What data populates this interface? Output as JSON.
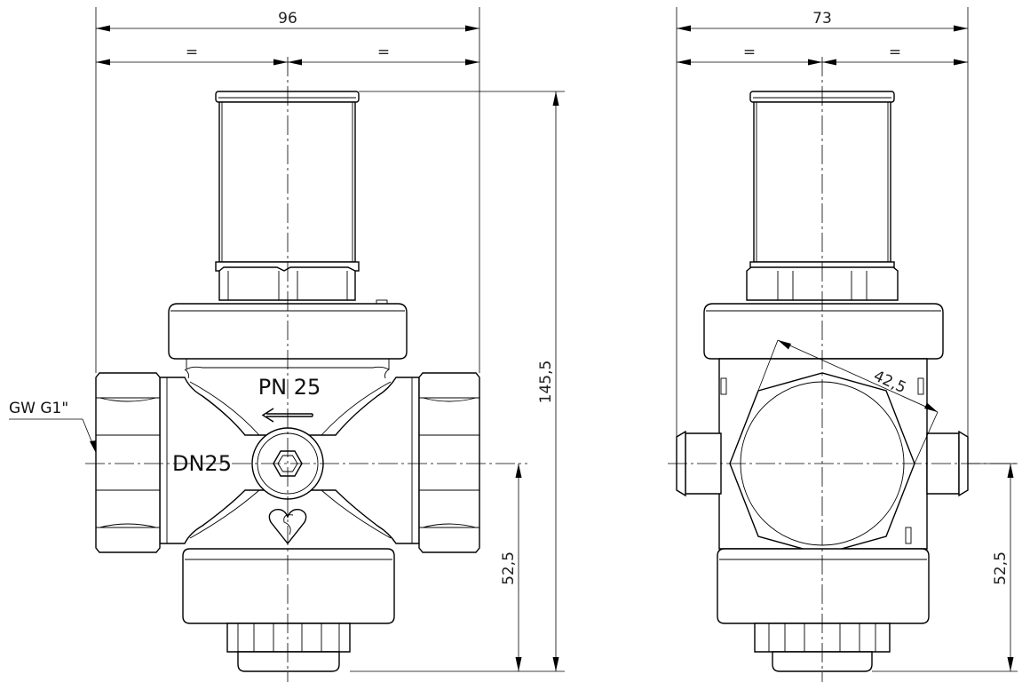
{
  "left_view": {
    "width_dim": "96",
    "half_left": "=",
    "half_right": "=",
    "height_dim": "145,5",
    "axis_dim": "52,5",
    "thread_callout": "GW G1\"",
    "pressure_mark": "PN 25",
    "size_mark": "DN25"
  },
  "right_view": {
    "width_dim": "73",
    "half_left": "=",
    "half_right": "=",
    "hex_dim": "42,5",
    "axis_dim": "52,5"
  }
}
